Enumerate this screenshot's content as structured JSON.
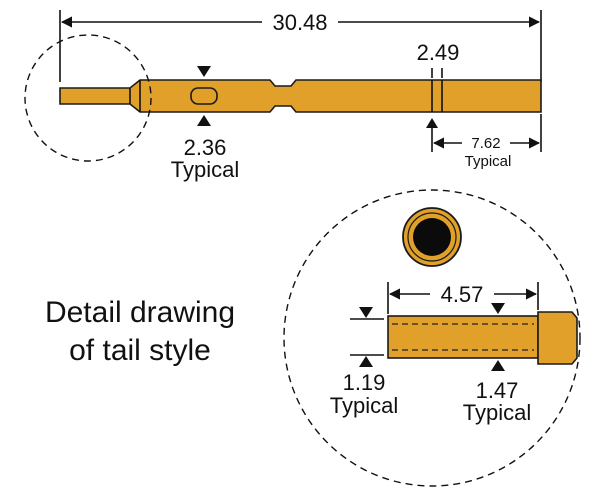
{
  "drawing": {
    "overall_length": "30.48",
    "groove_dia": "2.36",
    "groove_note": "Typical",
    "band_width": "2.49",
    "band_offset": "7.62",
    "band_offset_note": "Typical",
    "tail_length": "4.57",
    "tail_dia": "1.19",
    "tail_dia_note": "Typical",
    "tail_inner": "1.47",
    "tail_inner_note": "Typical",
    "detail_title_line1": "Detail drawing",
    "detail_title_line2": "of tail style"
  },
  "colors": {
    "pin_fill": "#e0a02a",
    "outline": "#1a1a1a"
  }
}
